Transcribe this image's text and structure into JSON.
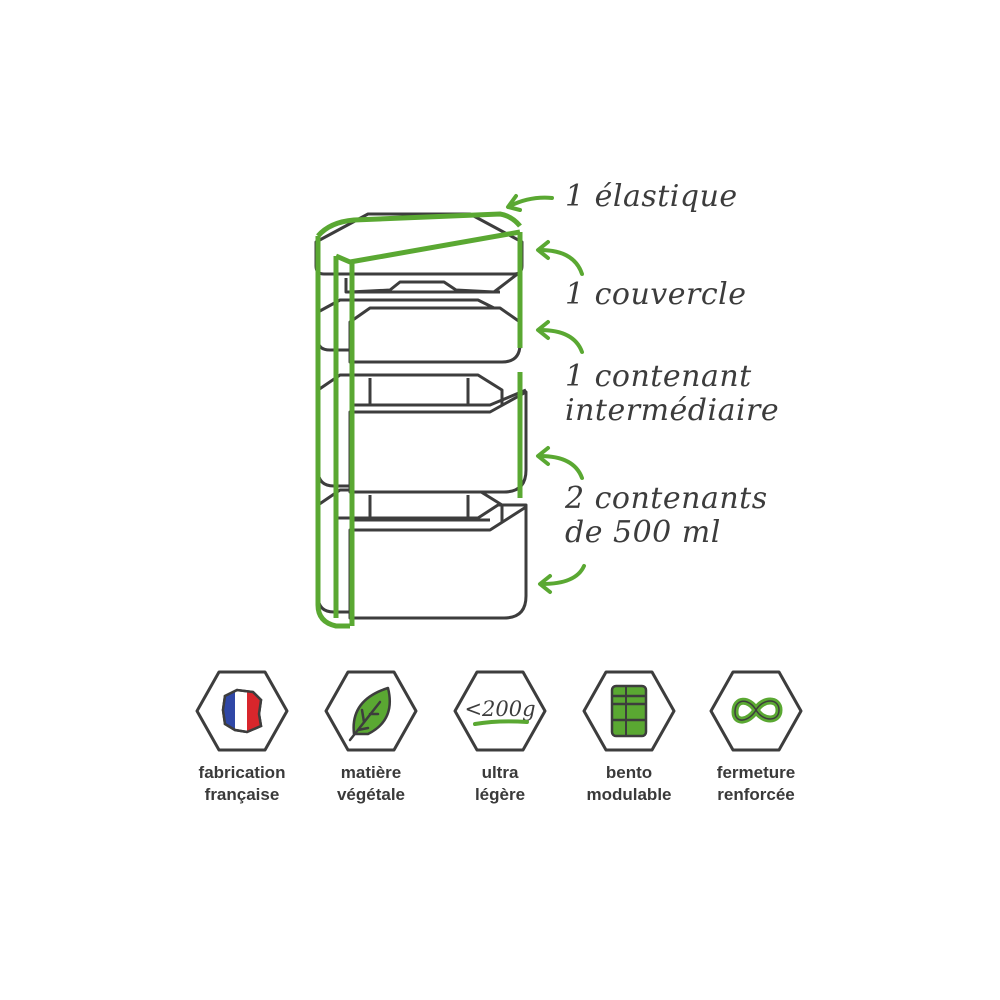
{
  "callouts": {
    "elastic": "1 élastique",
    "lid": "1 couvercle",
    "intermediate_line1": "1 contenant",
    "intermediate_line2": "intermédiaire",
    "containers_line1": "2 contenants",
    "containers_line2": "de 500 ml"
  },
  "features": [
    {
      "line1": "fabrication",
      "line2": "française",
      "icon": "france-flag-icon"
    },
    {
      "line1": "matière",
      "line2": "végétale",
      "icon": "leaf-icon"
    },
    {
      "line1": "ultra",
      "line2": "légère",
      "icon_text": "<200g",
      "icon": "weight-icon"
    },
    {
      "line1": "bento",
      "line2": "modulable",
      "icon": "bento-icon"
    },
    {
      "line1": "fermeture",
      "line2": "renforcée",
      "icon": "infinity-icon"
    }
  ],
  "colors": {
    "green": "#5aa832",
    "outline": "#3d3d3d",
    "text": "#3a3a3a",
    "flag_blue": "#2f47a6",
    "flag_red": "#d8262c"
  }
}
